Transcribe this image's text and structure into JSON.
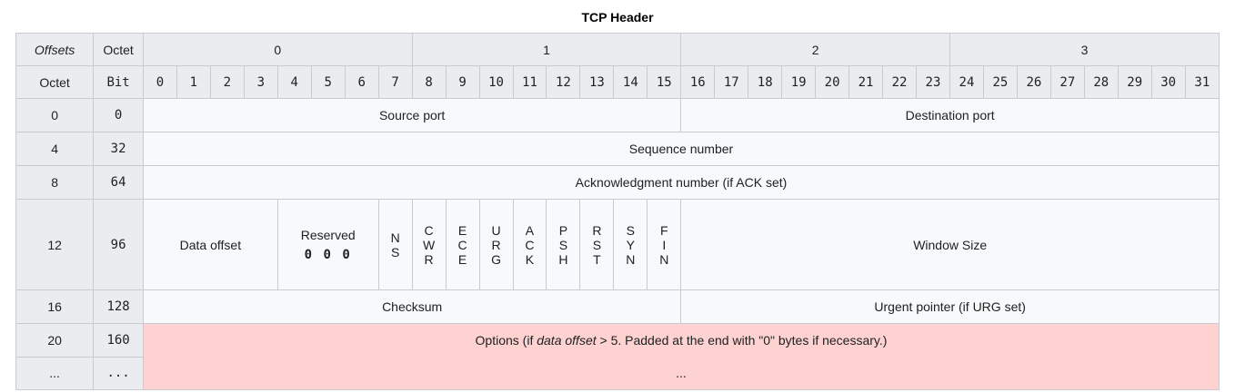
{
  "title": "TCP Header",
  "colors": {
    "header_bg": "#eaecf0",
    "cell_bg": "#f8f9fa",
    "options_bg": "#ffd2d2",
    "link_blue": "#0645ad",
    "border_outer": "#a2a9b1",
    "border_inner": "#c8ccd1",
    "text": "#202122"
  },
  "header": {
    "offsets_label": "Offsets",
    "octet_label_top": "Octet",
    "octet_label_row": "Octet",
    "bit_label": "Bit",
    "octet_groups": [
      "0",
      "1",
      "2",
      "3"
    ],
    "bits": [
      "0",
      "1",
      "2",
      "3",
      "4",
      "5",
      "6",
      "7",
      "8",
      "9",
      "10",
      "11",
      "12",
      "13",
      "14",
      "15",
      "16",
      "17",
      "18",
      "19",
      "20",
      "21",
      "22",
      "23",
      "24",
      "25",
      "26",
      "27",
      "28",
      "29",
      "30",
      "31"
    ]
  },
  "rows": [
    {
      "octet": "0",
      "bit": "0",
      "fields": [
        {
          "label": "Source port",
          "bits": 16
        },
        {
          "label": "Destination port",
          "bits": 16
        }
      ]
    },
    {
      "octet": "4",
      "bit": "32",
      "fields": [
        {
          "label": "Sequence number",
          "bits": 32
        }
      ]
    },
    {
      "octet": "8",
      "bit": "64",
      "fields": [
        {
          "label": "Acknowledgment number (if ACK set)",
          "bits": 32
        }
      ]
    },
    {
      "octet": "12",
      "bit": "96",
      "fields": [
        {
          "label": "Data offset",
          "bits": 4
        },
        {
          "label": "Reserved",
          "value": "0 0 0",
          "bits": 3
        },
        {
          "label": "NS",
          "bits": 1
        },
        {
          "label": "CWR",
          "bits": 1
        },
        {
          "label": "ECE",
          "bits": 1
        },
        {
          "label": "URG",
          "bits": 1
        },
        {
          "label": "ACK",
          "bits": 1
        },
        {
          "label": "PSH",
          "bits": 1
        },
        {
          "label": "RST",
          "bits": 1
        },
        {
          "label": "SYN",
          "bits": 1
        },
        {
          "label": "FIN",
          "bits": 1
        },
        {
          "label": "Window Size",
          "bits": 16
        }
      ]
    },
    {
      "octet": "16",
      "bit": "128",
      "fields": [
        {
          "label": "Checksum",
          "bits": 16
        },
        {
          "label": "Urgent pointer (if URG set)",
          "bits": 16
        }
      ]
    },
    {
      "octet": "20",
      "bit": "160",
      "fields": [
        {
          "label": "Options",
          "bits": 32
        }
      ]
    },
    {
      "octet": "...",
      "bit": "...",
      "fields": []
    }
  ],
  "options_cell": {
    "prefix": "Options (if ",
    "italic": "data offset",
    "suffix": " > 5. Padded at the end with \"0\" bytes if necessary.)",
    "continuation": "..."
  },
  "flags": {
    "ns": [
      "N",
      "S"
    ],
    "cwr": [
      "C",
      "W",
      "R"
    ],
    "ece": [
      "E",
      "C",
      "E"
    ],
    "urg": [
      "U",
      "R",
      "G"
    ],
    "ack": [
      "A",
      "C",
      "K"
    ],
    "psh": [
      "P",
      "S",
      "H"
    ],
    "rst": [
      "R",
      "S",
      "T"
    ],
    "syn": [
      "S",
      "Y",
      "N"
    ],
    "fin": [
      "F",
      "I",
      "N"
    ]
  }
}
